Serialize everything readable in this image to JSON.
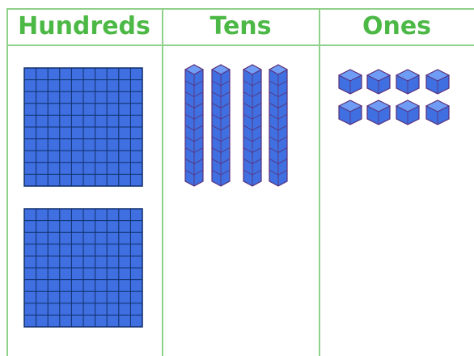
{
  "chart": {
    "columns": [
      {
        "key": "hundreds",
        "title": "Hundreds",
        "count": 2
      },
      {
        "key": "tens",
        "title": "Tens",
        "count": 4
      },
      {
        "key": "ones",
        "title": "Ones",
        "count": 8
      }
    ]
  },
  "colors": {
    "header_text": "#4cb845",
    "grid_line": "#8fd08a",
    "block_fill": "#3f6fe0",
    "block_top": "#6f9cf5",
    "block_outline": "#5a2f78",
    "flat_grid_line": "#0f2f6a"
  }
}
